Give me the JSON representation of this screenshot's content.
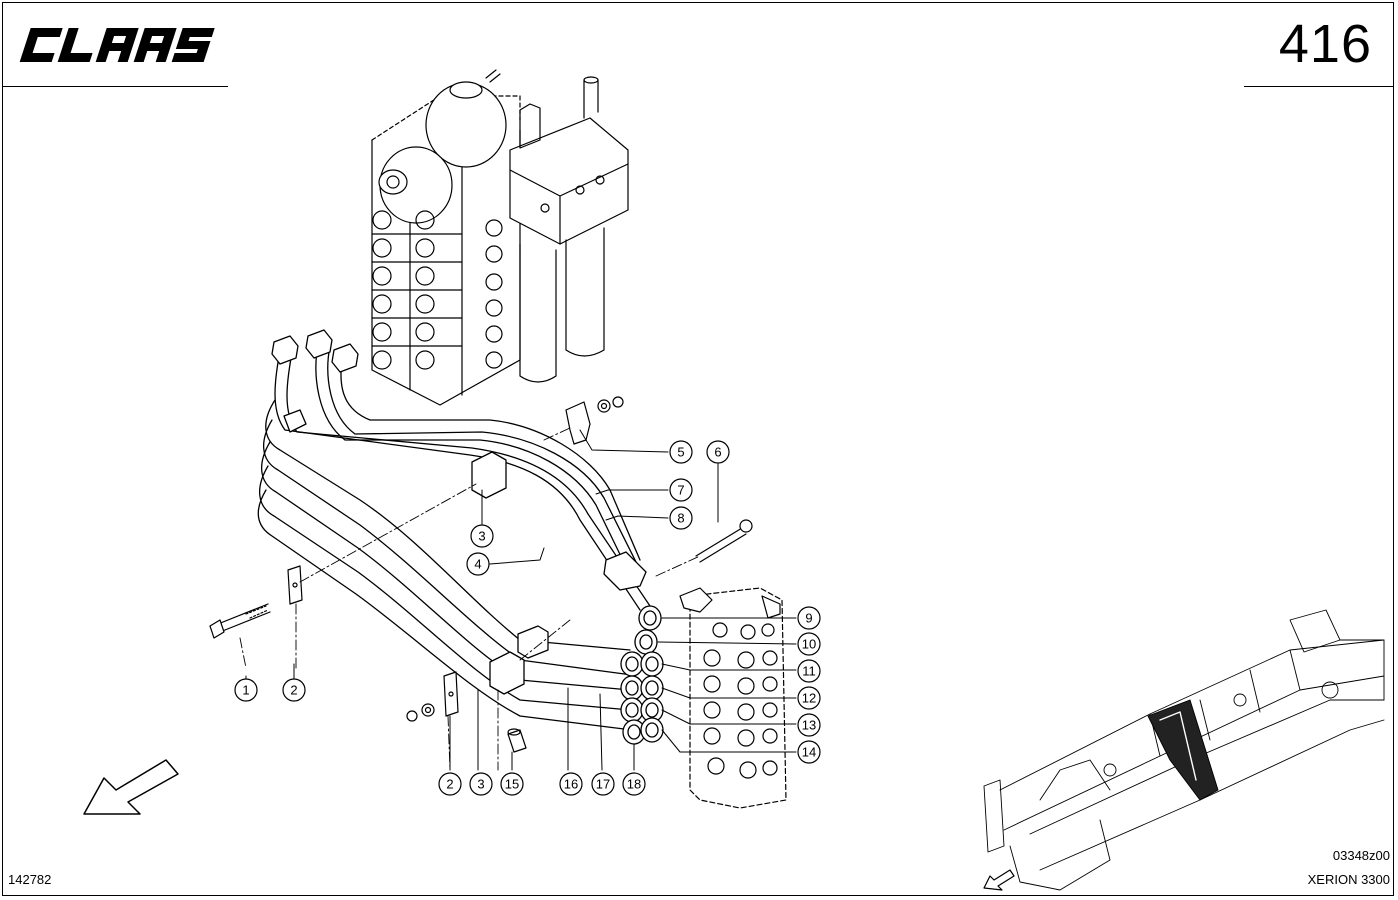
{
  "header": {
    "brand": "CLAAS",
    "page_number": "416"
  },
  "footer": {
    "drawing_number": "142782",
    "image_code": "03348z00",
    "model": "XERION 3300"
  },
  "callouts": [
    {
      "id": "c1",
      "label": "1"
    },
    {
      "id": "c2a",
      "label": "2"
    },
    {
      "id": "c2b",
      "label": "2"
    },
    {
      "id": "c3a",
      "label": "3"
    },
    {
      "id": "c3b",
      "label": "3"
    },
    {
      "id": "c4",
      "label": "4"
    },
    {
      "id": "c5",
      "label": "5"
    },
    {
      "id": "c6",
      "label": "6"
    },
    {
      "id": "c7",
      "label": "7"
    },
    {
      "id": "c8",
      "label": "8"
    },
    {
      "id": "c9",
      "label": "9"
    },
    {
      "id": "c10",
      "label": "10"
    },
    {
      "id": "c11",
      "label": "11"
    },
    {
      "id": "c12",
      "label": "12"
    },
    {
      "id": "c13",
      "label": "13"
    },
    {
      "id": "c14",
      "label": "14"
    },
    {
      "id": "c15",
      "label": "15"
    },
    {
      "id": "c16",
      "label": "16"
    },
    {
      "id": "c17",
      "label": "17"
    },
    {
      "id": "c18",
      "label": "18"
    }
  ],
  "icons": {
    "direction": "forward-arrow-icon",
    "locator": "chassis-locator-icon"
  }
}
